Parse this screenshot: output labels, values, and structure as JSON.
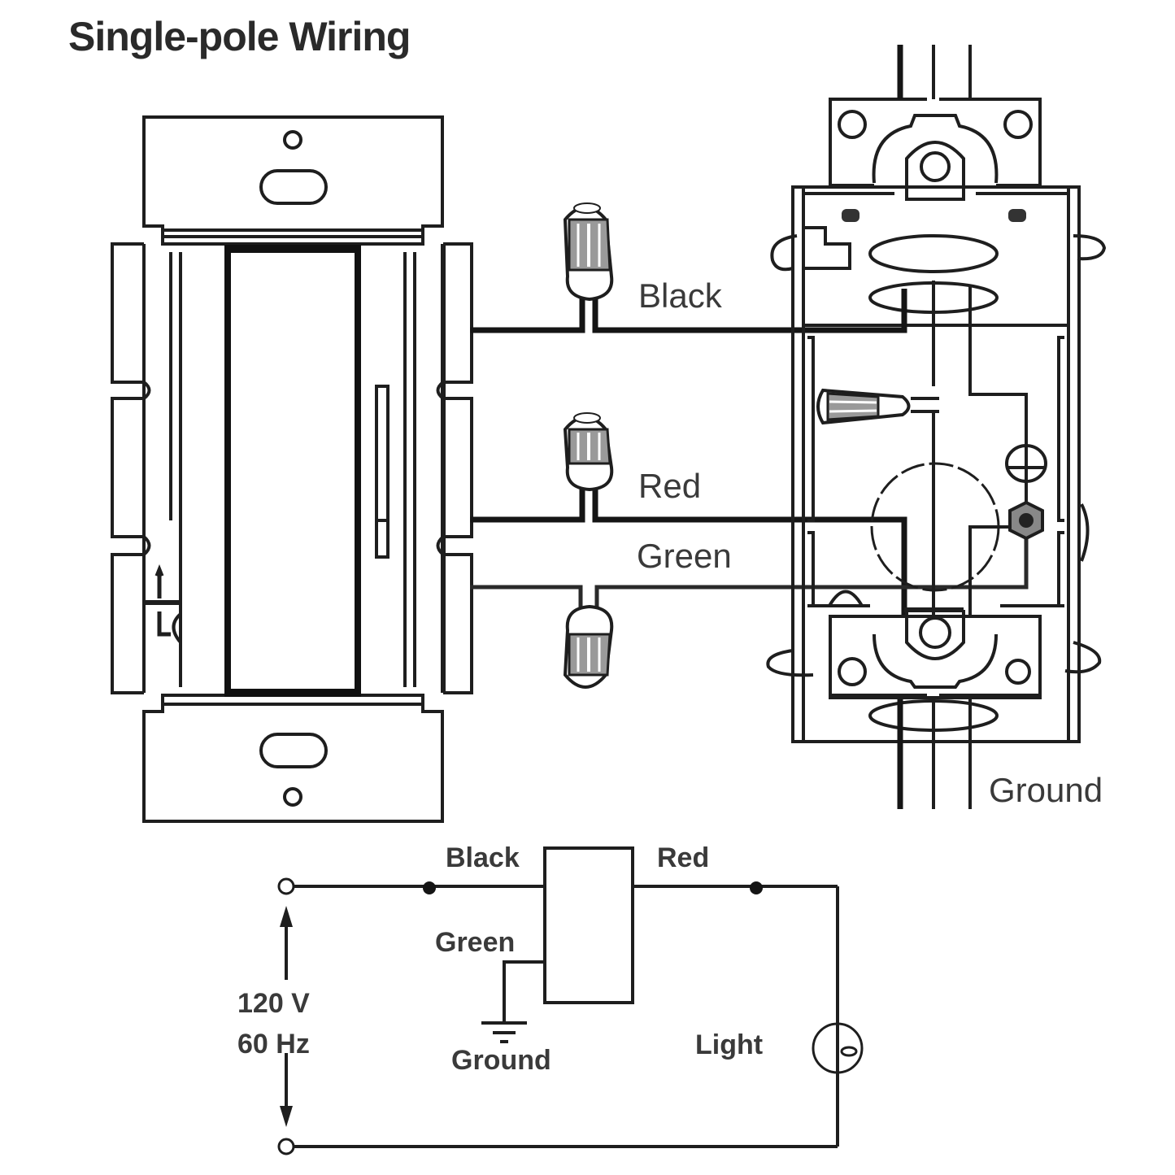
{
  "title": "Single-pole Wiring",
  "physical_diagram": {
    "wire_labels": {
      "black": "Black",
      "red": "Red",
      "green": "Green",
      "ground": "Ground"
    },
    "components": [
      "dimmer-switch",
      "wire-nut-black",
      "wire-nut-red",
      "wire-nut-green",
      "electrical-box",
      "ground-screw"
    ]
  },
  "schematic": {
    "labels": {
      "black": "Black",
      "red": "Red",
      "green": "Green",
      "ground": "Ground",
      "light": "Light",
      "voltage": "120 V",
      "frequency": "60 Hz"
    }
  },
  "colors": {
    "line": "#1e1e1e",
    "text": "#3a3a3a",
    "background": "#ffffff"
  }
}
